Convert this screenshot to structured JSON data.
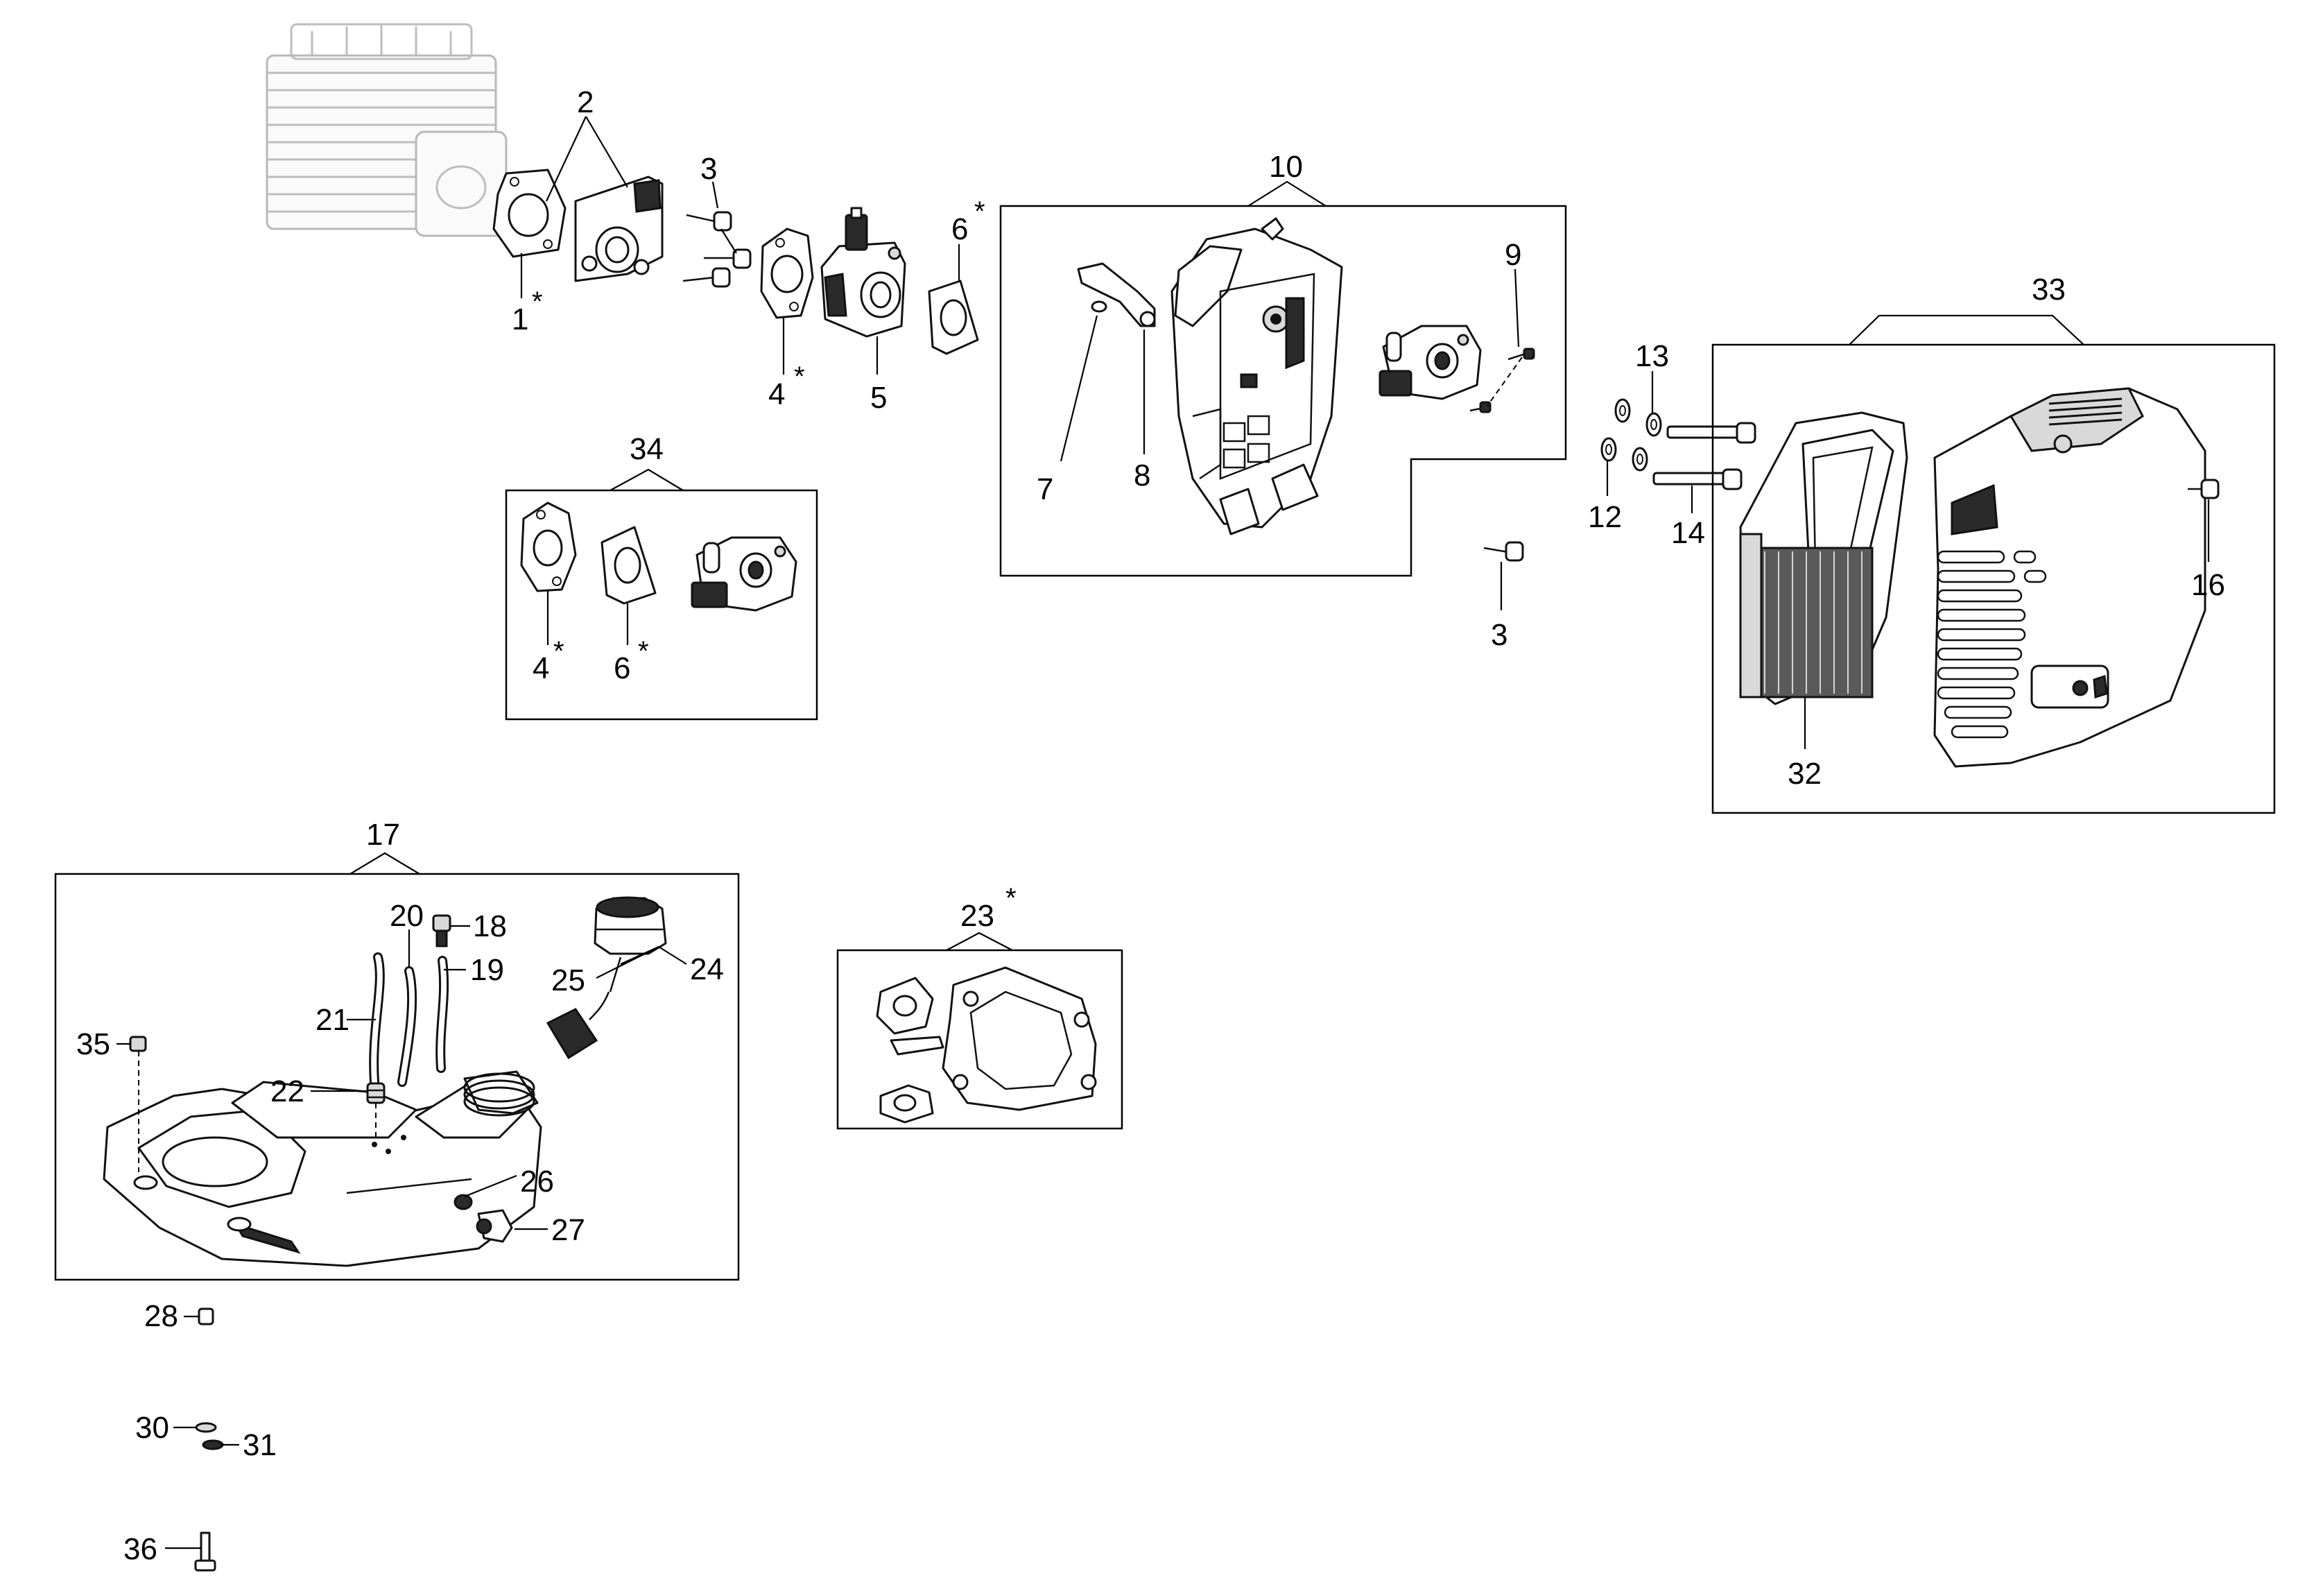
{
  "callouts": {
    "c1": "1",
    "c2": "2",
    "c3a": "3",
    "c3b": "3",
    "c4a": "4",
    "c4b": "4",
    "c5": "5",
    "c6a": "6",
    "c6b": "6",
    "c7": "7",
    "c8": "8",
    "c9": "9",
    "c10": "10",
    "c12": "12",
    "c13": "13",
    "c14": "14",
    "c16": "16",
    "c17": "17",
    "c18": "18",
    "c19": "19",
    "c20": "20",
    "c21": "21",
    "c22": "22",
    "c23": "23",
    "c24": "24",
    "c25": "25",
    "c26": "26",
    "c27": "27",
    "c28": "28",
    "c30": "30",
    "c31": "31",
    "c32": "32",
    "c33": "33",
    "c34": "34",
    "c35": "35",
    "c36": "36"
  },
  "star": "*",
  "icons": {
    "engine": "engine-cylinder-icon",
    "carburetor": "carburetor-icon",
    "fuel_tank": "fuel-tank-icon",
    "air_filter": "air-filter-icon",
    "filter_cover": "air-filter-cover-icon"
  }
}
